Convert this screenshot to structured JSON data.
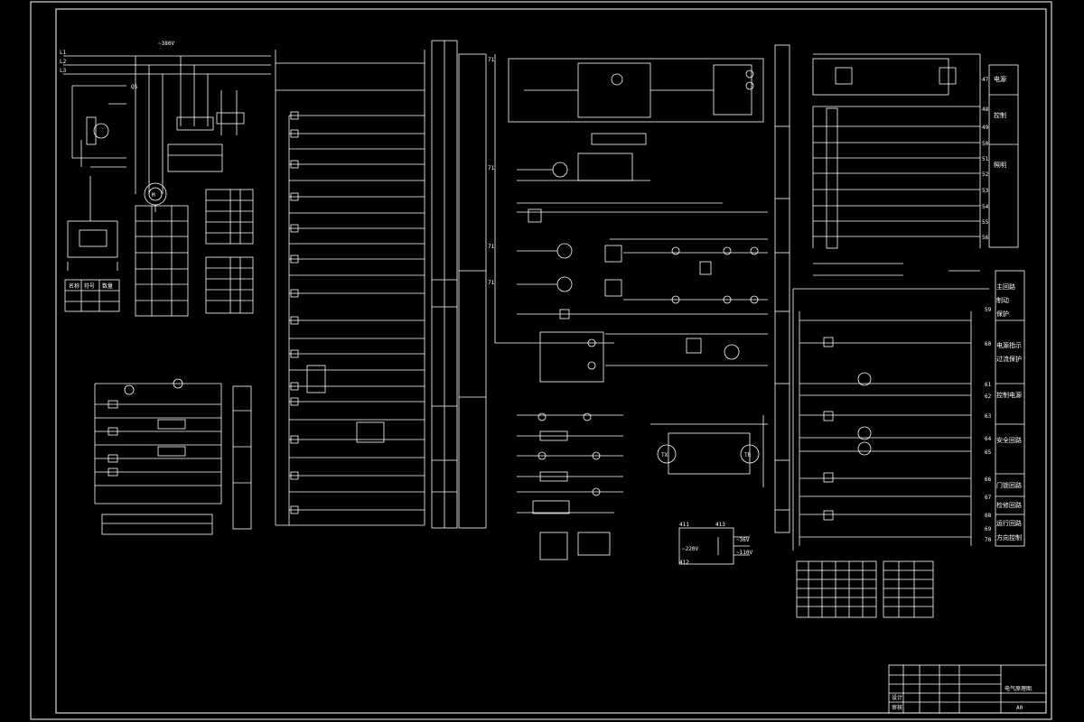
{
  "labels": {
    "voltage": "~380V",
    "L1": "L1",
    "L2": "L2",
    "L3": "L3",
    "qs": "QS",
    "m1": "M",
    "tx": "TX",
    "tr": "TR",
    "sec1": "电源",
    "sec2": "控制",
    "sec3": "照明",
    "sec4": "主回路",
    "sec5": "制动",
    "sec6": "保护",
    "sec7": "电源指示",
    "sec8": "过流保护",
    "sec9": "控制电源",
    "sec10": "安全回路",
    "sec11": "门锁回路",
    "sec12": "检修回路",
    "sec13": "运行回路",
    "sec14": "方向控制",
    "n71a": "71",
    "n71b": "71",
    "n71c": "71",
    "n71d": "71",
    "n47": "47",
    "n48": "48",
    "n49": "49",
    "n50": "50",
    "n51": "51",
    "n52": "52",
    "n53": "53",
    "n54": "54",
    "n55": "55",
    "n56": "56",
    "n59": "59",
    "n60": "60",
    "n61": "61",
    "n62": "62",
    "n63": "63",
    "n64": "64",
    "n65": "65",
    "n66": "66",
    "n67": "67",
    "n68": "68",
    "n69": "69",
    "n70": "70",
    "ac220": "~220V",
    "dc110": "~110V",
    "dc36": "~36V",
    "n411": "411",
    "n412": "412",
    "n413": "413",
    "tbl_a": "名称",
    "tbl_b": "符号",
    "tbl_c": "数量",
    "tb1": "设计",
    "tb2": "审核",
    "tb3": "电气原理图",
    "tb4": "A0"
  }
}
